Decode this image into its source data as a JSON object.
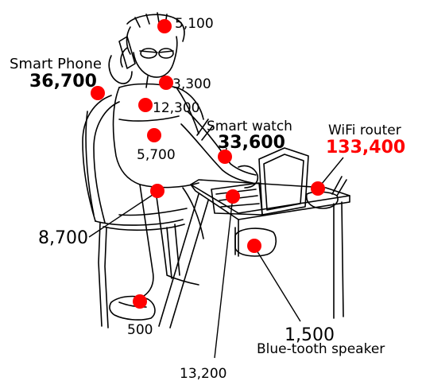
{
  "colors": {
    "dot": "#ff0000",
    "ink": "#000000",
    "highlight": "#ff0000"
  },
  "callouts": {
    "smart_phone": {
      "label": "Smart Phone",
      "value": "36,700"
    },
    "smart_watch": {
      "label": "Smart watch",
      "value": "33,600"
    },
    "wifi_router": {
      "label": "WiFi router",
      "value": "133,400"
    },
    "bluetooth_speaker": {
      "label": "Blue-tooth speaker",
      "value": "1,500"
    }
  },
  "values": {
    "head_top": "5,100",
    "neck": "3,300",
    "chest": "12,300",
    "abdomen": "5,700",
    "thigh": "8,700",
    "foot": "500",
    "laptop": "13,200"
  }
}
